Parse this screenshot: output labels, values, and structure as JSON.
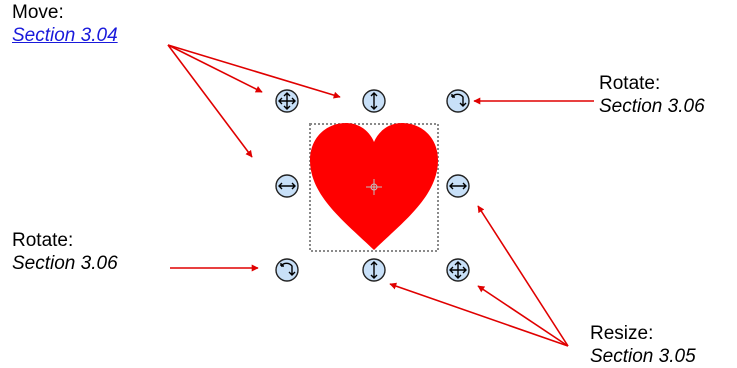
{
  "labels": {
    "move": {
      "title": "Move:",
      "ref": "Section 3.04"
    },
    "rotate_top": {
      "title": "Rotate:",
      "ref": "Section 3.06"
    },
    "rotate_left": {
      "title": "Rotate:",
      "ref": "Section 3.06"
    },
    "resize": {
      "title": "Resize:",
      "ref": "Section 3.05"
    }
  },
  "handles": [
    {
      "name": "move-handle-top-left",
      "icon": "four-way-arrow-icon"
    },
    {
      "name": "resize-handle-top",
      "icon": "vertical-arrow-icon"
    },
    {
      "name": "rotate-handle-top-right",
      "icon": "rotate-arrow-icon"
    },
    {
      "name": "resize-handle-left",
      "icon": "horizontal-arrow-icon"
    },
    {
      "name": "resize-handle-right",
      "icon": "horizontal-arrow-icon"
    },
    {
      "name": "rotate-handle-bottom-left",
      "icon": "rotate-arrow-icon"
    },
    {
      "name": "resize-handle-bottom",
      "icon": "vertical-arrow-icon"
    },
    {
      "name": "resize-handle-bottom-right",
      "icon": "four-way-arrow-icon"
    }
  ],
  "colors": {
    "heart": "#ff0000",
    "arrow": "#e00000",
    "handle_fill": "#c8e0f8",
    "handle_stroke": "#222222",
    "selection_box": "#8a8a8a",
    "link": "#1a1adb"
  }
}
